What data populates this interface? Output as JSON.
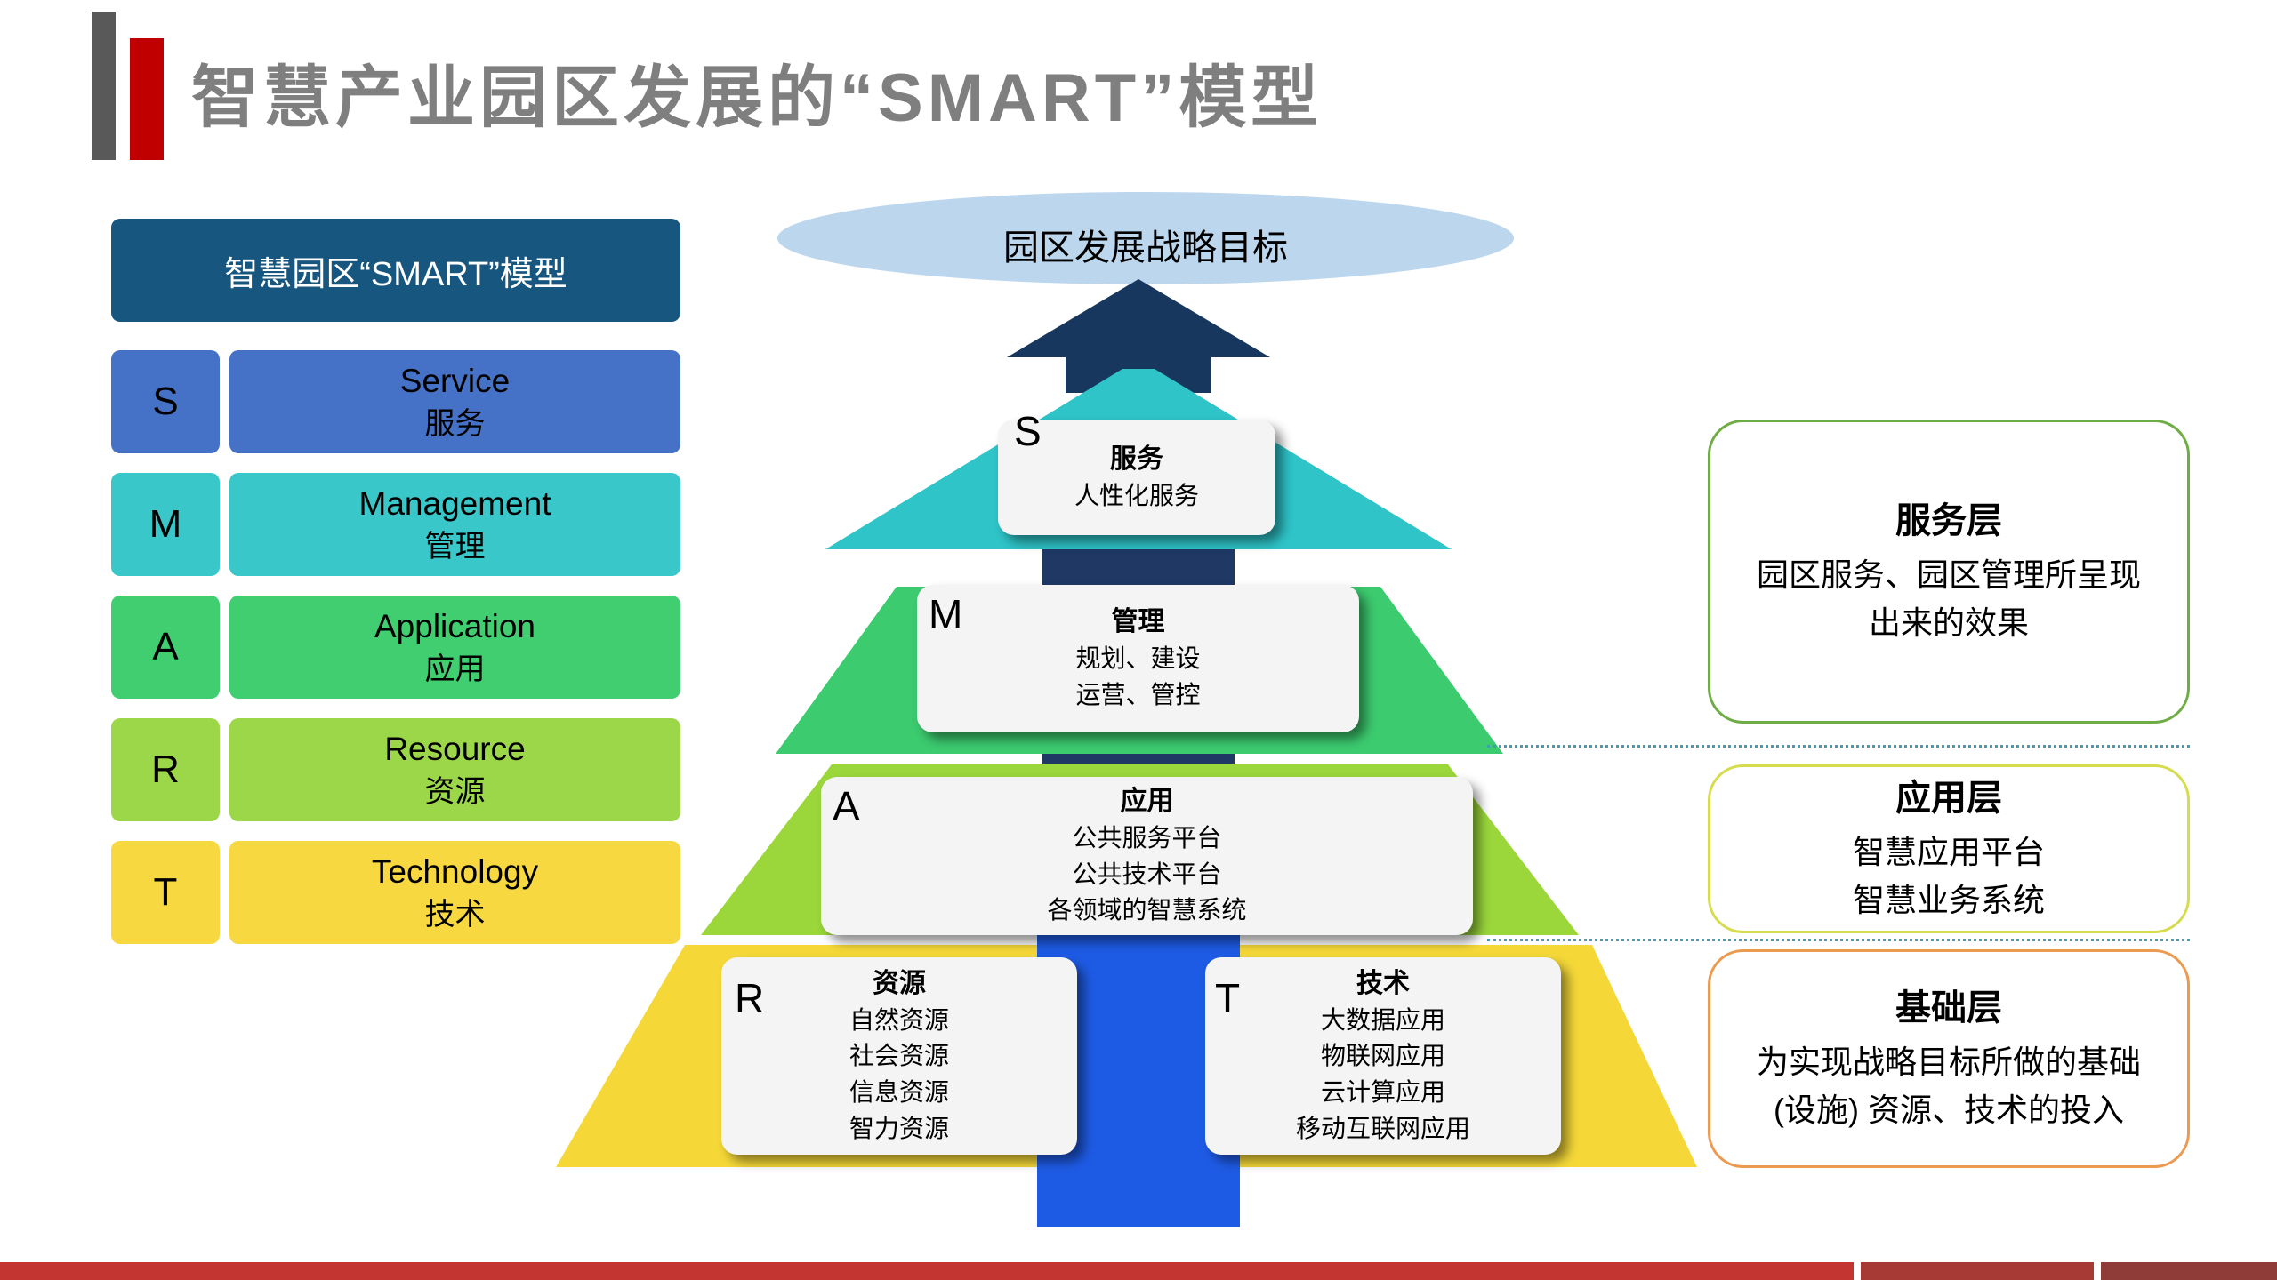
{
  "slide_title": "智慧产业园区发展的“SMART”模型",
  "legend": {
    "header": "智慧园区“SMART”模型",
    "rows": [
      {
        "letter": "S",
        "en": "Service",
        "zh": "服务",
        "color": "#4571C6"
      },
      {
        "letter": "M",
        "en": "Management",
        "zh": "管理",
        "color": "#3AC7C9"
      },
      {
        "letter": "A",
        "en": "Application",
        "zh": "应用",
        "color": "#41CE71"
      },
      {
        "letter": "R",
        "en": "Resource",
        "zh": "资源",
        "color": "#9CD74A"
      },
      {
        "letter": "T",
        "en": "Technology",
        "zh": "技术",
        "color": "#F7D840"
      }
    ]
  },
  "pyramid": {
    "goal": "园区发展战略目标",
    "layers": [
      {
        "letter": "S",
        "title": "服务",
        "lines": [
          "人性化服务"
        ],
        "color": "#2EC4C8"
      },
      {
        "letter": "M",
        "title": "管理",
        "lines": [
          "规划、建设",
          "运营、管控"
        ],
        "color": "#3CCB6F"
      },
      {
        "letter": "A",
        "title": "应用",
        "lines": [
          "公共服务平台",
          "公共技术平台",
          "各领域的智慧系统"
        ],
        "color": "#9BD73B"
      },
      {
        "letter": "R",
        "title": "资源",
        "lines": [
          "自然资源",
          "社会资源",
          "信息资源",
          "智力资源"
        ],
        "color": "#F5D838"
      },
      {
        "letter": "T",
        "title": "技术",
        "lines": [
          "大数据应用",
          "物联网应用",
          "云计算应用",
          "移动互联网应用"
        ],
        "color": "#F5D838"
      }
    ]
  },
  "annotations": [
    {
      "title": "服务层",
      "lines": [
        "园区服务、园区管理所呈现",
        "出来的效果"
      ],
      "border_color": "#6FAC46"
    },
    {
      "title": "应用层",
      "lines": [
        "智慧应用平台",
        "智慧业务系统"
      ],
      "border_color": "#D6DC4E"
    },
    {
      "title": "基础层",
      "lines": [
        "为实现战略目标所做的基础",
        "(设施) 资源、技术的投入"
      ],
      "border_color": "#EC9A50"
    }
  ],
  "colors": {
    "title_text": "#7F7F7F",
    "accent_red": "#C00000",
    "accent_gray": "#595959",
    "legend_header_bg": "#17567E",
    "arrow_navy": "#17375E",
    "connector_navy": "#1F3864",
    "center_bar_blue": "#1E5BE5",
    "goal_ellipse": "#BCD6EE",
    "footer_red": "#C33531"
  }
}
